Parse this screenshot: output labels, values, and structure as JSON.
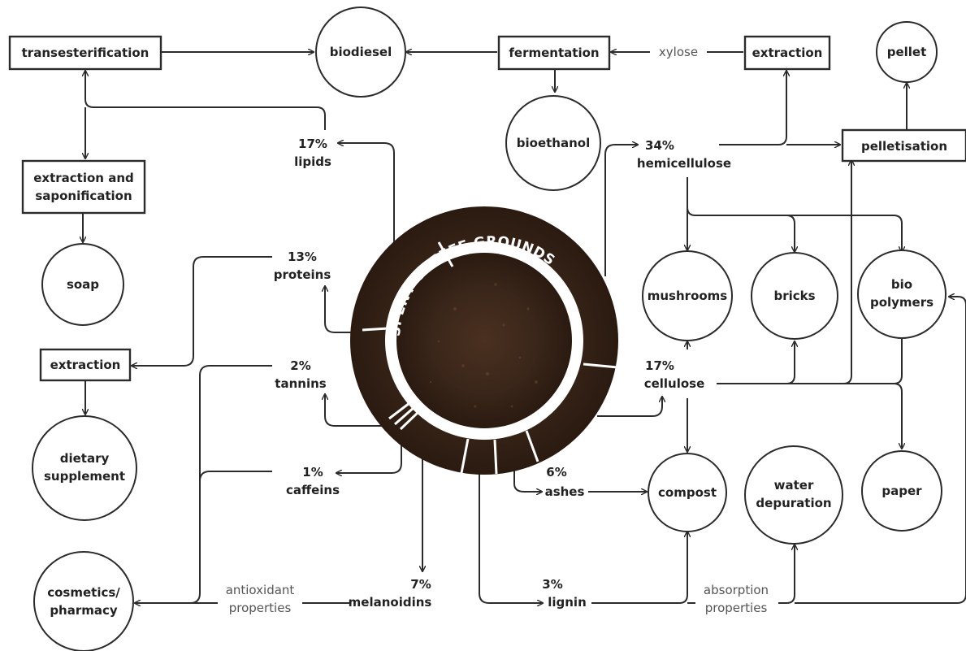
{
  "center": {
    "title": "SPENT COFFEE GROUNDS",
    "texture_color": "#3a261a"
  },
  "components": {
    "lipids": {
      "pct": "17%",
      "name": "lipids"
    },
    "proteins": {
      "pct": "13%",
      "name": "proteins"
    },
    "tannins": {
      "pct": "2%",
      "name": "tannins"
    },
    "caffeins": {
      "pct": "1%",
      "name": "caffeins"
    },
    "melanoidins": {
      "pct": "7%",
      "name": "melanoidins"
    },
    "lignin": {
      "pct": "3%",
      "name": "lignin"
    },
    "ashes": {
      "pct": "6%",
      "name": "ashes"
    },
    "cellulose": {
      "pct": "17%",
      "name": "cellulose"
    },
    "hemicellulose": {
      "pct": "34%",
      "name": "hemicellulose"
    }
  },
  "processes": {
    "transesterification": "transesterification",
    "fermentation": "fermentation",
    "extraction_top": "extraction",
    "extraction_saponification": [
      "extraction and",
      "saponification"
    ],
    "extraction_left": "extraction",
    "pelletisation": "pelletisation"
  },
  "products": {
    "biodiesel": [
      "biodiesel"
    ],
    "bioethanol": [
      "bioethanol"
    ],
    "pellet": [
      "pellet"
    ],
    "soap": [
      "soap"
    ],
    "dietary_supplement": [
      "dietary",
      "supplement"
    ],
    "cosmetics_pharmacy": [
      "cosmetics/",
      "pharmacy"
    ],
    "mushrooms": [
      "mushrooms"
    ],
    "bricks": [
      "bricks"
    ],
    "bio_polymers": [
      "bio",
      "polymers"
    ],
    "compost": [
      "compost"
    ],
    "water_depuration": [
      "water",
      "depuration"
    ],
    "paper": [
      "paper"
    ]
  },
  "annotations": {
    "xylose": "xylose",
    "antioxidant": [
      "antioxidant",
      "properties"
    ],
    "absorption": [
      "absorption",
      "properties"
    ]
  },
  "colors": {
    "ink": "#2b2b2b",
    "center_dark": "#2a1a10",
    "center_mid": "#4a3020",
    "note_gray": "#555555"
  }
}
